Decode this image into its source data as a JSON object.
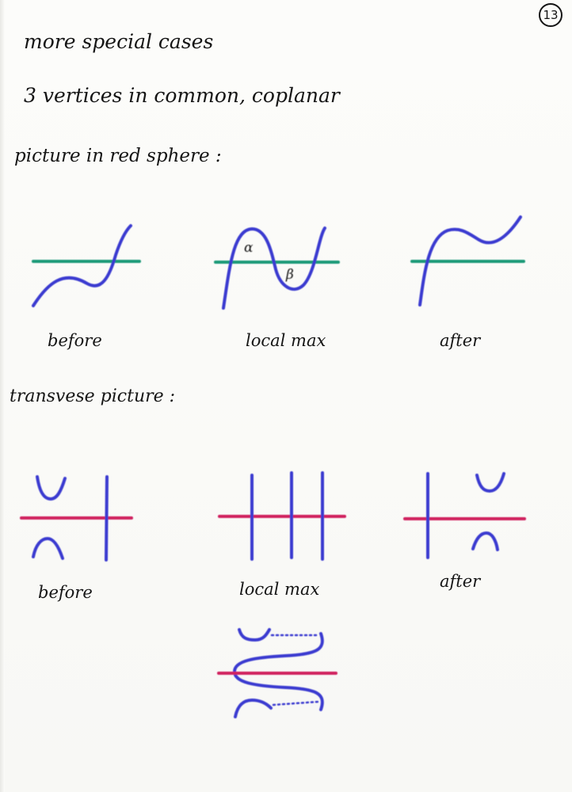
{
  "page_number": "13",
  "title": "more special cases",
  "subtitle": "3 vertices in common, coplanar",
  "red_sphere_section": {
    "heading": "picture in red sphere :",
    "panels": [
      {
        "caption": "before"
      },
      {
        "caption": "local max"
      },
      {
        "caption": "after"
      }
    ],
    "labels": {
      "alpha": "α",
      "beta": "β"
    }
  },
  "transverse_section": {
    "heading": "transvese picture :",
    "panels": [
      {
        "caption": "before"
      },
      {
        "caption": "local max"
      },
      {
        "caption": "after"
      }
    ]
  },
  "colors": {
    "ink": "#151515",
    "blue_curve": "#3b3bd0",
    "green_line": "#1f9a78",
    "magenta_line": "#d0205f",
    "paper": "#fbfbf9"
  }
}
